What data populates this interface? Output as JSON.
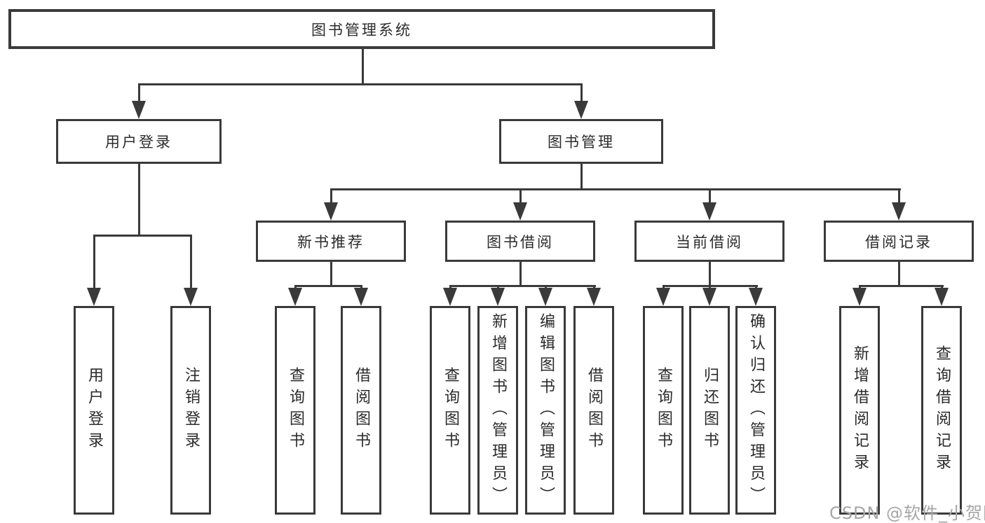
{
  "tree": {
    "label": "图书管理系统",
    "children": [
      {
        "label": "用户登录",
        "children": [
          {
            "label": "用户登录"
          },
          {
            "label": "注销登录"
          }
        ]
      },
      {
        "label": "图书管理",
        "children": [
          {
            "label": "新书推荐",
            "children": [
              {
                "label": "查询图书"
              },
              {
                "label": "借阅图书"
              }
            ]
          },
          {
            "label": "图书借阅",
            "children": [
              {
                "label": "查询图书"
              },
              {
                "label": "新增图书（管理员）"
              },
              {
                "label": "编辑图书（管理员）"
              },
              {
                "label": "借阅图书"
              }
            ]
          },
          {
            "label": "当前借阅",
            "children": [
              {
                "label": "查询图书"
              },
              {
                "label": "归还图书"
              },
              {
                "label": "确认归还（管理员）"
              }
            ]
          },
          {
            "label": "借阅记录",
            "children": [
              {
                "label": "新增借阅记录"
              },
              {
                "label": "查询借阅记录"
              }
            ]
          }
        ]
      }
    ]
  },
  "watermark": {
    "text": "CSDN @软件_小贺同学"
  },
  "colors": {
    "line": "#3a3a3a",
    "ink": "#2b2b2b",
    "bg": "#ffffff",
    "watermark": "#a6a6a6"
  }
}
